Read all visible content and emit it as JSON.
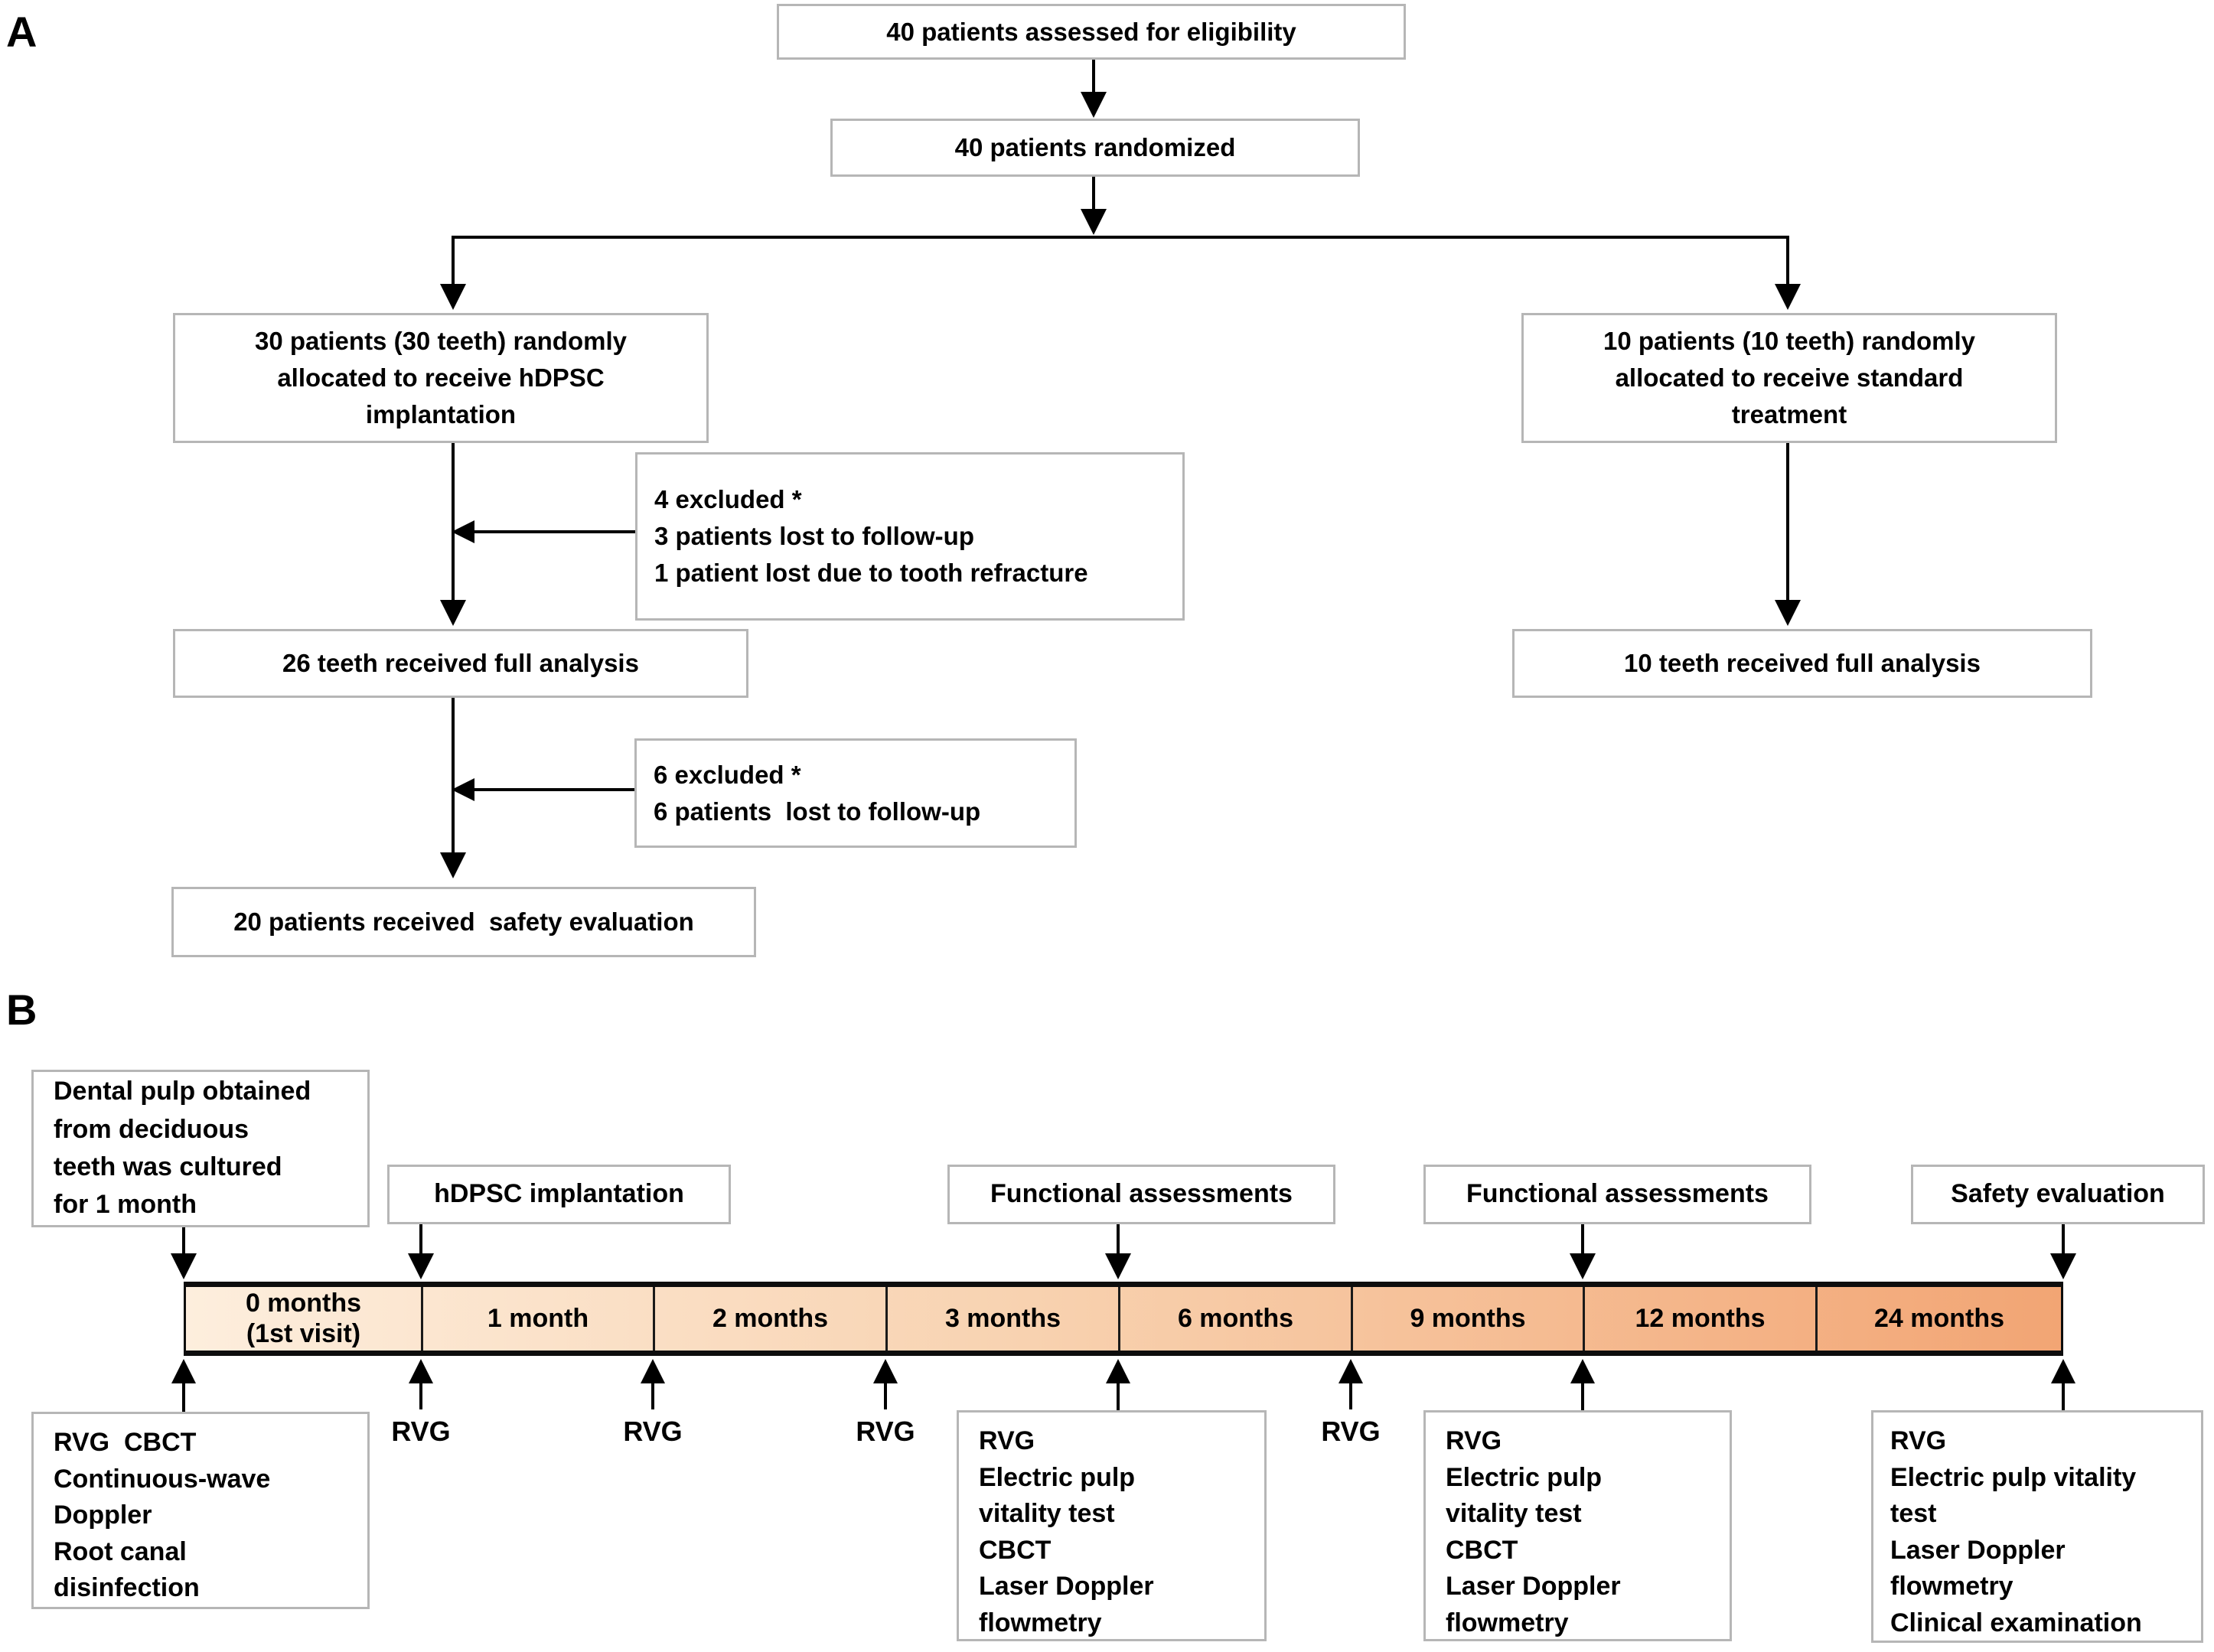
{
  "panel_a": {
    "label": "A",
    "box_eligibility": "40 patients assessed for eligibility",
    "box_randomized": "40 patients randomized",
    "box_hdpsc_arm": "30 patients (30 teeth) randomly\nallocated to receive hDPSC\nimplantation",
    "box_standard_arm": "10 patients (10 teeth) randomly\nallocated to receive standard\ntreatment",
    "box_excluded_4": "4 excluded *\n3 patients lost to follow-up\n1 patient lost due to tooth refracture",
    "box_full_analysis_hdpsc": "26 teeth received full analysis",
    "box_excluded_6": "6 excluded *\n6 patients  lost to follow-up",
    "box_safety_evaluation": "20 patients received  safety evaluation",
    "box_full_analysis_standard": "10 teeth received full analysis"
  },
  "panel_b": {
    "label": "B",
    "box_dental_pulp": "Dental pulp obtained\nfrom deciduous\nteeth was cultured\nfor 1 month",
    "box_hdpsc_implantation": "hDPSC implantation",
    "box_functional_1": "Functional assessments",
    "box_functional_2": "Functional assessments",
    "box_safety": "Safety evaluation",
    "timeline_cells": [
      {
        "label": "0 months\n(1st visit)"
      },
      {
        "label": "1 month"
      },
      {
        "label": "2 months"
      },
      {
        "label": "3 months"
      },
      {
        "label": "6 months"
      },
      {
        "label": "9 months"
      },
      {
        "label": "12 months"
      },
      {
        "label": "24 months"
      }
    ],
    "rvg_labels": [
      "RVG",
      "RVG",
      "RVG",
      "RVG"
    ],
    "box_visit_0": "RVG  CBCT\nContinuous-wave\nDoppler\nRoot canal\ndisinfection",
    "box_month_6": "RVG\nElectric pulp\nvitality test\nCBCT\nLaser Doppler\nflowmetry",
    "box_month_12": "RVG\nElectric pulp\nvitality test\nCBCT\nLaser Doppler\nflowmetry",
    "box_month_24": "RVG\nElectric pulp vitality\ntest\nLaser Doppler\nflowmetry\nClinical examination"
  },
  "colors": {
    "timeline_gradient_start": "#fdeedd",
    "timeline_gradient_end": "#f2a574",
    "box_border": "#b6b6b6",
    "arrow": "#000000"
  }
}
